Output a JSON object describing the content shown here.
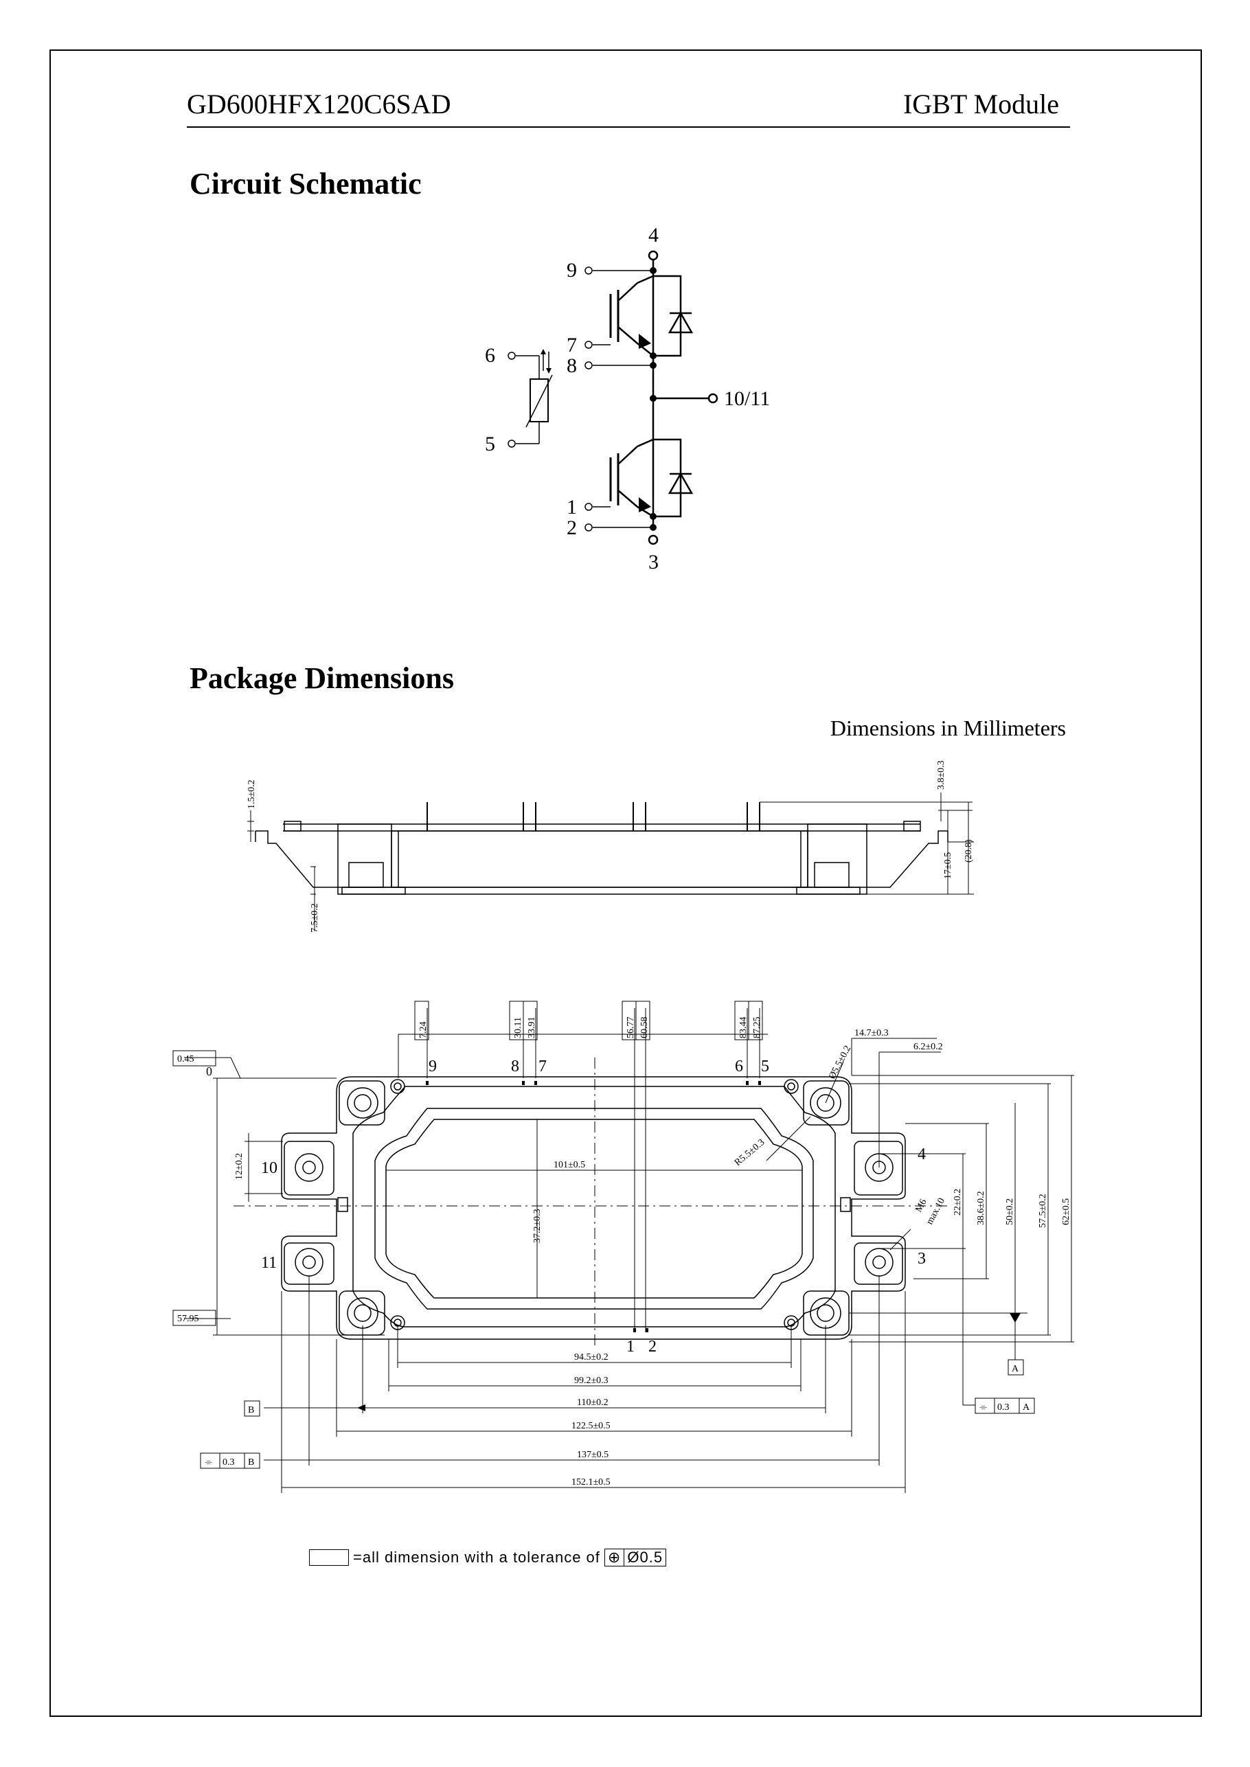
{
  "header": {
    "part_number": "GD600HFX120C6SAD",
    "product_type": "IGBT Module"
  },
  "sections": {
    "circuit_title": "Circuit Schematic",
    "package_title": "Package Dimensions"
  },
  "units_note": "Dimensions in Millimeters",
  "schematic": {
    "pins": {
      "p4": "4",
      "p9": "9",
      "p7": "7",
      "p8": "8",
      "p6": "6",
      "p5": "5",
      "p10_11": "10/11",
      "p1": "1",
      "p2": "2",
      "p3": "3"
    }
  },
  "side_view": {
    "dims": {
      "d1_5": "1.5±0.2",
      "d7_5": "7.5±0.2",
      "d3_8": "3.8±0.3",
      "d17": "17±0.5",
      "d20_8": "(20.8)"
    }
  },
  "top_view": {
    "pin_positions": {
      "x7_24": "7.24",
      "x30_11": "30.11",
      "x33_91": "33.91",
      "x56_77": "56.77",
      "x60_58": "60.58",
      "x83_44": "83.44",
      "x87_25": "87.25"
    },
    "pins": {
      "p9": "9",
      "p8": "8",
      "p7": "7",
      "p6": "6",
      "p5": "5",
      "p4": "4",
      "p3": "3",
      "p10": "10",
      "p11": "11",
      "p1": "1",
      "p2": "2",
      "p0": "0"
    },
    "dims": {
      "d0_45": "0.45",
      "d57_95": "57.95",
      "d14_7": "14.7±0.3",
      "d6_2": "6.2±0.2",
      "d5_5": "Ø5.5±0.2",
      "r5_5": "R5.5±0.3",
      "d101": "101±0.5",
      "d37_2": "37.2±0.3",
      "d12": "12±0.2",
      "m6": "M6",
      "m6_depth": "max.10",
      "d22": "22±0.2",
      "d38_6": "38.6±0.2",
      "d50": "50±0.2",
      "d57_5": "57.5±0.2",
      "d62": "62±0.5",
      "d94_5": "94.5±0.2",
      "d99_2": "99.2±0.3",
      "d110": "110±0.2",
      "d122_5": "122.5±0.5",
      "d137": "137±0.5",
      "d152_1": "152.1±0.5"
    },
    "datums": {
      "a": "A",
      "b": "B"
    },
    "tolerance_frames": {
      "fa": {
        "symbol": "⌯",
        "value": "0.3",
        "datum": "A"
      },
      "fb": {
        "symbol": "⌯",
        "value": "0.3",
        "datum": "B"
      }
    }
  },
  "tolerance_note": {
    "text": "=all dimension with a tolerance of",
    "symbol": "⊕",
    "value": "Ø0.5"
  }
}
